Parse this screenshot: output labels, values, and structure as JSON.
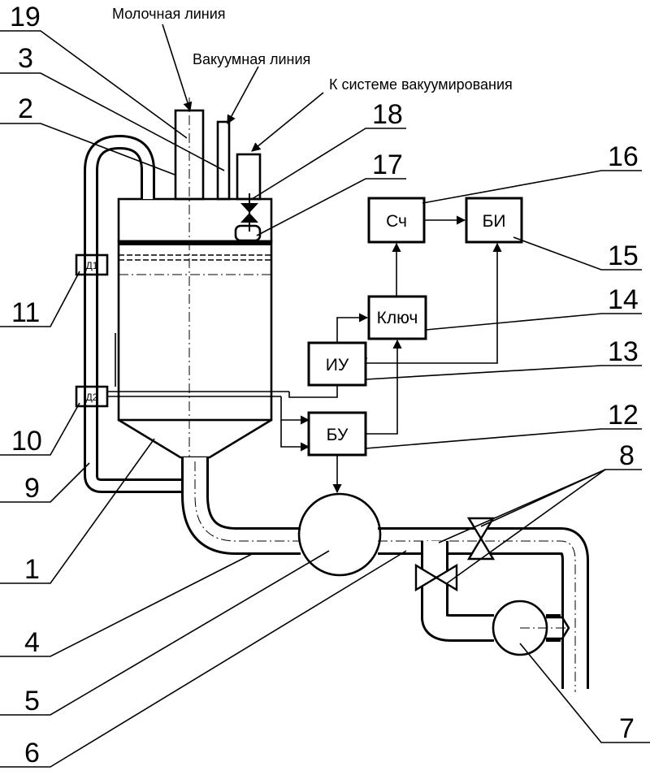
{
  "labels": {
    "milk_line": "Молочная линия",
    "vacuum_line": "Вакуумная линия",
    "to_vacuum_system": "К системе вакуумирования"
  },
  "blocks": {
    "counter": "Сч",
    "indicator": "БИ",
    "key": "Ключ",
    "measuring": "ИУ",
    "control": "БУ"
  },
  "sensors": {
    "d1": "Д1",
    "d2": "Д2"
  },
  "numbers": {
    "n1": "1",
    "n2": "2",
    "n3": "3",
    "n4": "4",
    "n5": "5",
    "n6": "6",
    "n7": "7",
    "n8": "8",
    "n9": "9",
    "n10": "10",
    "n11": "11",
    "n12": "12",
    "n13": "13",
    "n14": "14",
    "n15": "15",
    "n16": "16",
    "n17": "17",
    "n18": "18",
    "n19": "19"
  }
}
